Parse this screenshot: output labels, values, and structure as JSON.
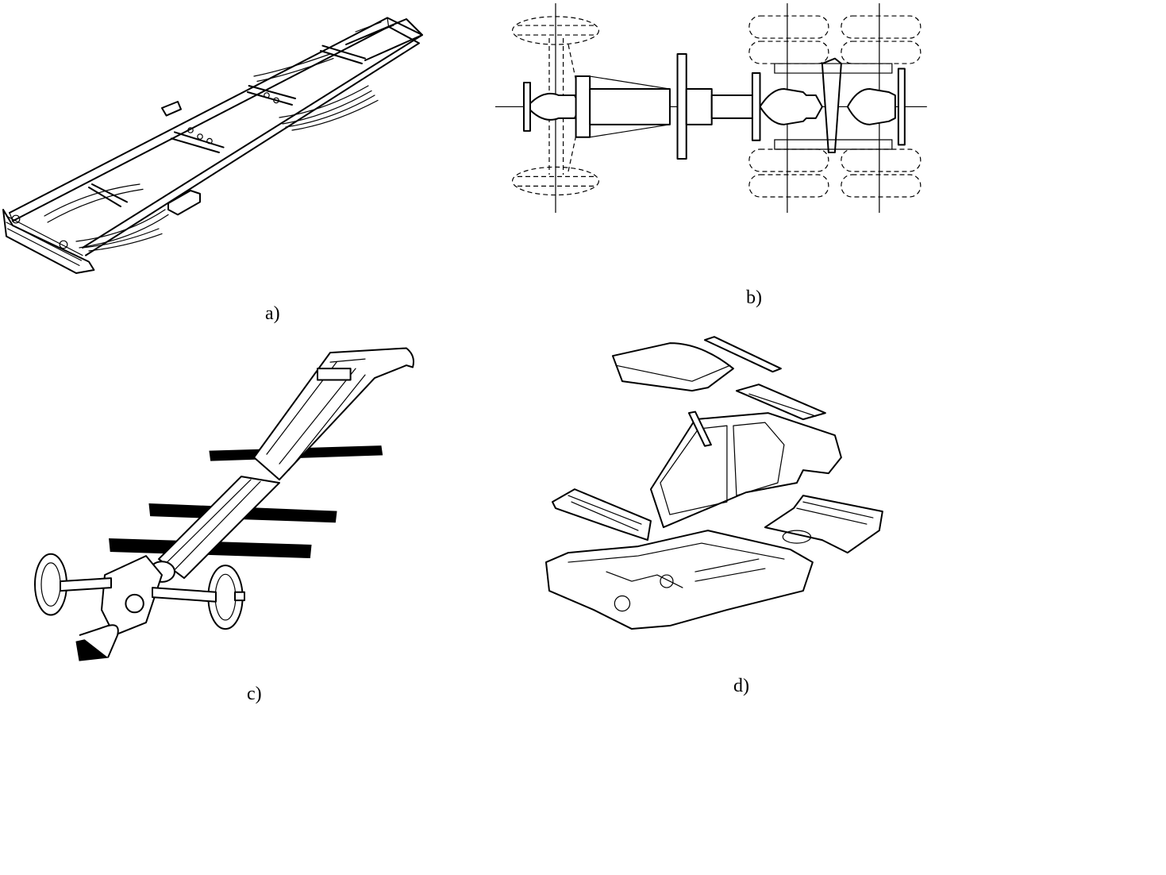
{
  "figure": {
    "panels": [
      {
        "id": "a",
        "caption": "a)",
        "subject": "ladder-frame-chassis-icon"
      },
      {
        "id": "b",
        "caption": "b)",
        "subject": "central-tube-chassis-plan-icon"
      },
      {
        "id": "c",
        "caption": "c)",
        "subject": "backbone-tube-chassis-icon"
      },
      {
        "id": "d",
        "caption": "d)",
        "subject": "unibody-exploded-icon"
      }
    ]
  }
}
